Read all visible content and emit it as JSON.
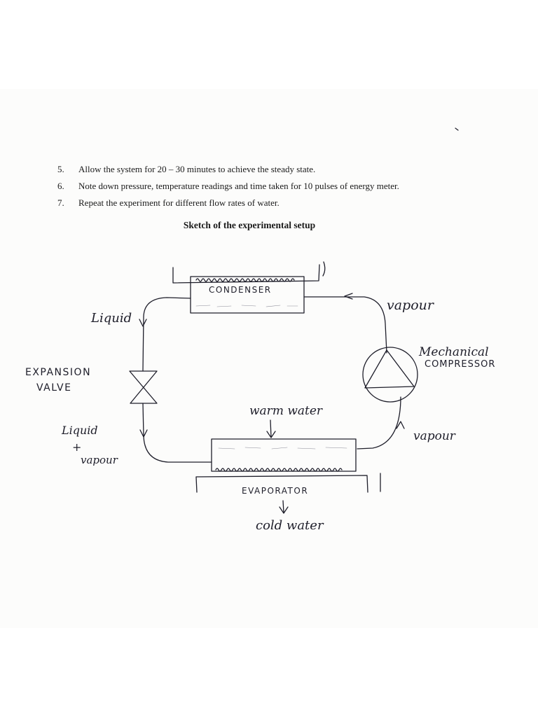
{
  "steps": [
    {
      "number": "5.",
      "text": "Allow the system for 20 – 30 minutes to achieve the steady state."
    },
    {
      "number": "6.",
      "text": "Note down pressure, temperature readings and time taken for 10 pulses of energy meter."
    },
    {
      "number": "7.",
      "text": "Repeat the experiment for different flow rates of water."
    }
  ],
  "caption": "Sketch of the experimental setup",
  "diagram": {
    "condenser": "CONDENSER",
    "evaporator": "EVAPORATOR",
    "liquid_top": "Liquid",
    "expansion_valve_line1": "EXPANSION",
    "expansion_valve_line2": "VALVE",
    "liquid_vapour_line1": "Liquid",
    "liquid_vapour_plus": "+",
    "liquid_vapour_line2": "vapour",
    "vapour_top": "vapour",
    "compressor_line1": "Mechanical",
    "compressor_line2": "COMPRESSOR",
    "vapour_bottom": "vapour",
    "warm_water": "warm water",
    "cold_water": "cold water"
  },
  "colors": {
    "ink": "#1e1e2a",
    "paper": "#fcfcfb"
  }
}
